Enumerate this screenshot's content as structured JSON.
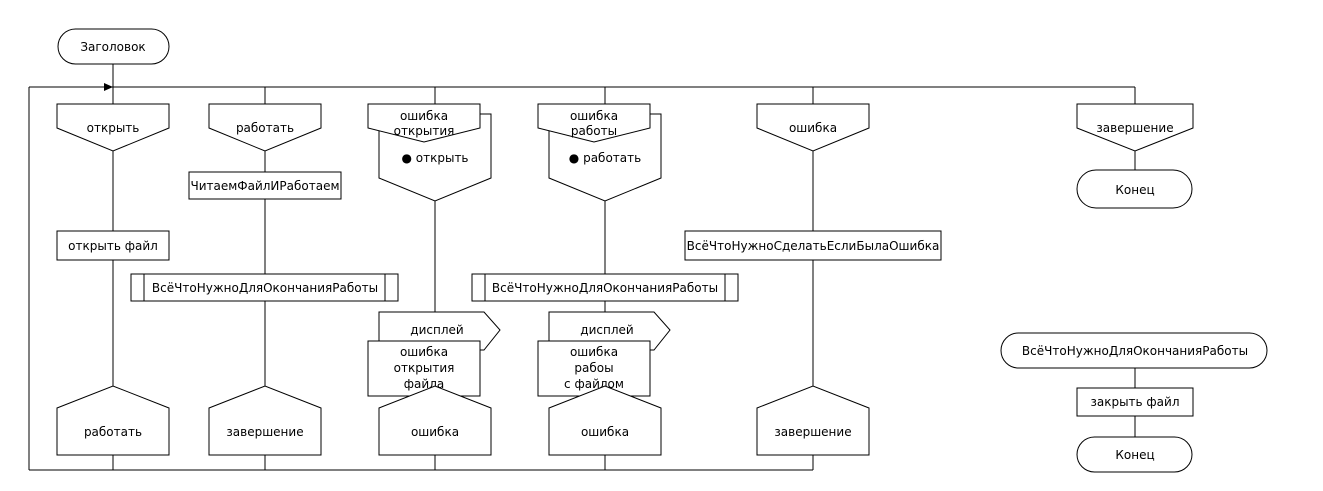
{
  "title": "Заголовок",
  "branches": [
    {
      "case": "открыть",
      "action": "открыть файл",
      "next": "работать"
    },
    {
      "case": "работать",
      "action": "ЧитаемФайлИРаботаем",
      "call": "ВсёЧтоНужноДляОкончанияРаботы",
      "next": "завершение"
    },
    {
      "case_line1": "ошибка",
      "case_line2": "открытия",
      "sub": "● открыть",
      "output": "дисплей",
      "msg_line1": "ошибка",
      "msg_line2": "открытия",
      "msg_line3": "файла",
      "next": "ошибка"
    },
    {
      "case_line1": "ошибка",
      "case_line2": "работы",
      "sub": "● работать",
      "call": "ВсёЧтоНужноДляОкончанияРаботы",
      "output": "дисплей",
      "msg_line1": "ошибка",
      "msg_line2": "рабоы",
      "msg_line3": "с файлом",
      "next": "ошибка"
    },
    {
      "case": "ошибка",
      "action": "ВсёЧтоНужноСделатьЕслиБылаОшибка",
      "next": "завершение"
    },
    {
      "case": "завершение",
      "end": "Конец"
    }
  ],
  "procedure": {
    "title": "ВсёЧтоНужноДляОкончанияРаботы",
    "action": "закрыть файл",
    "end": "Конец"
  }
}
